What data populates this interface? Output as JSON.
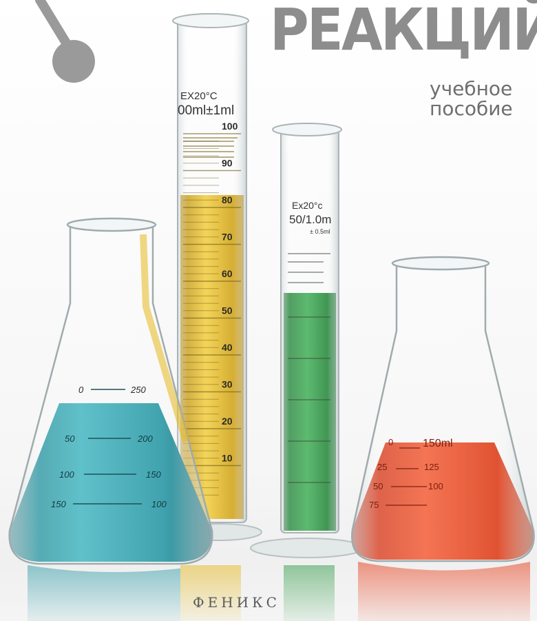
{
  "cover": {
    "title": "РЕАКЦИЙ",
    "subtitle_line1": "учебное",
    "subtitle_line2": "пособие",
    "publisher": "ФЕНИКС"
  },
  "vessels": {
    "cylinder_large": {
      "spec_line1": "EX20°C",
      "spec_line2": "00ml±1ml",
      "ticks": [
        "100",
        "90",
        "80",
        "70",
        "60",
        "50",
        "40",
        "30",
        "20",
        "10"
      ],
      "liquid_color": "#e5b81c",
      "fill_fraction": 0.82
    },
    "cylinder_small": {
      "spec_line1": "Ex20°c",
      "spec_line2": "50/1.0m",
      "spec_line3": "± 0.5ml",
      "liquid_color": "#2f9a45",
      "fill_fraction": 0.62
    },
    "flask_left": {
      "scale_left": [
        "0",
        "50",
        "100",
        "150"
      ],
      "scale_right": [
        "250",
        "200",
        "150",
        "100"
      ],
      "liquid_color": "#2e9fab"
    },
    "flask_right": {
      "scale_left": [
        "0",
        "25",
        "50",
        "75"
      ],
      "scale_right": [
        "150ml",
        "125",
        "100"
      ],
      "liquid_color": "#e8401c"
    }
  },
  "colors": {
    "title_gray": "#8d8d8d",
    "background": "#ffffff",
    "logo_gray": "#9a9a9a"
  }
}
